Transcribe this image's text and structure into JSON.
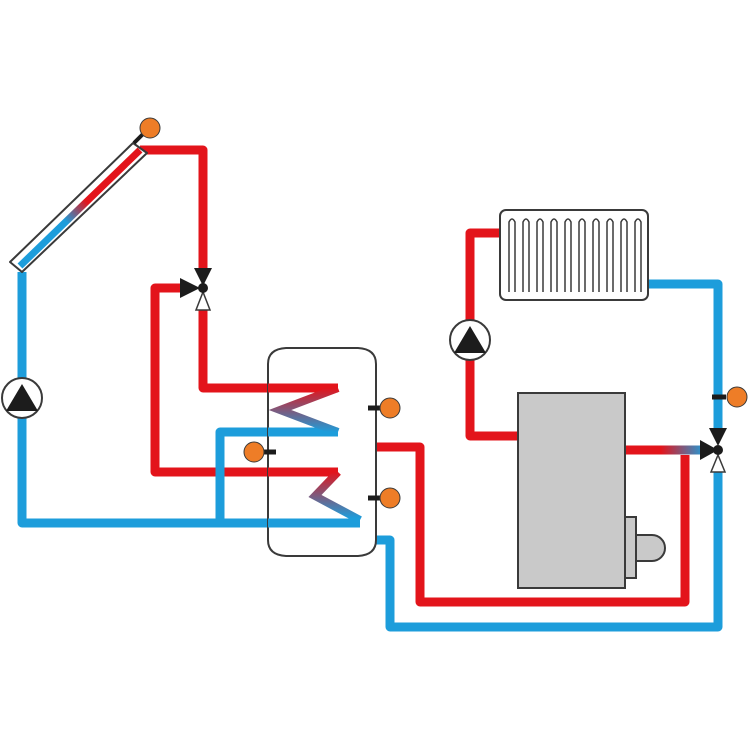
{
  "colors": {
    "hot_pipe": "#e3141b",
    "cold_pipe": "#1d9ddb",
    "sensor": "#ee7d27",
    "sensor_stem": "#1c1c1c",
    "component_outline": "#3a3a3a",
    "boiler_fill": "#c9c9c9",
    "background": "#ffffff"
  },
  "components": [
    {
      "id": "solar-collector",
      "icon": "solar-panel"
    },
    {
      "id": "solar-pump",
      "icon": "pump-circle"
    },
    {
      "id": "storage-tank",
      "icon": "bivalent-cylinder"
    },
    {
      "id": "upper-heat-exchanger-coil",
      "icon": "zigzag-coil"
    },
    {
      "id": "lower-heat-exchanger-coil",
      "icon": "zigzag-coil"
    },
    {
      "id": "solar-three-way-valve",
      "icon": "three-way-valve"
    },
    {
      "id": "radiator",
      "icon": "radiator"
    },
    {
      "id": "heating-pump",
      "icon": "pump-circle"
    },
    {
      "id": "boiler",
      "icon": "boiler"
    },
    {
      "id": "boiler-burner",
      "icon": "burner"
    },
    {
      "id": "heating-three-way-valve",
      "icon": "three-way-valve"
    }
  ],
  "sensors": [
    {
      "id": "collector-sensor",
      "icon": "temperature-sensor"
    },
    {
      "id": "tank-upper-sensor",
      "icon": "temperature-sensor"
    },
    {
      "id": "tank-lower-sensor",
      "icon": "temperature-sensor"
    },
    {
      "id": "tank-middle-sensor",
      "icon": "temperature-sensor"
    },
    {
      "id": "return-sensor",
      "icon": "temperature-sensor"
    }
  ]
}
